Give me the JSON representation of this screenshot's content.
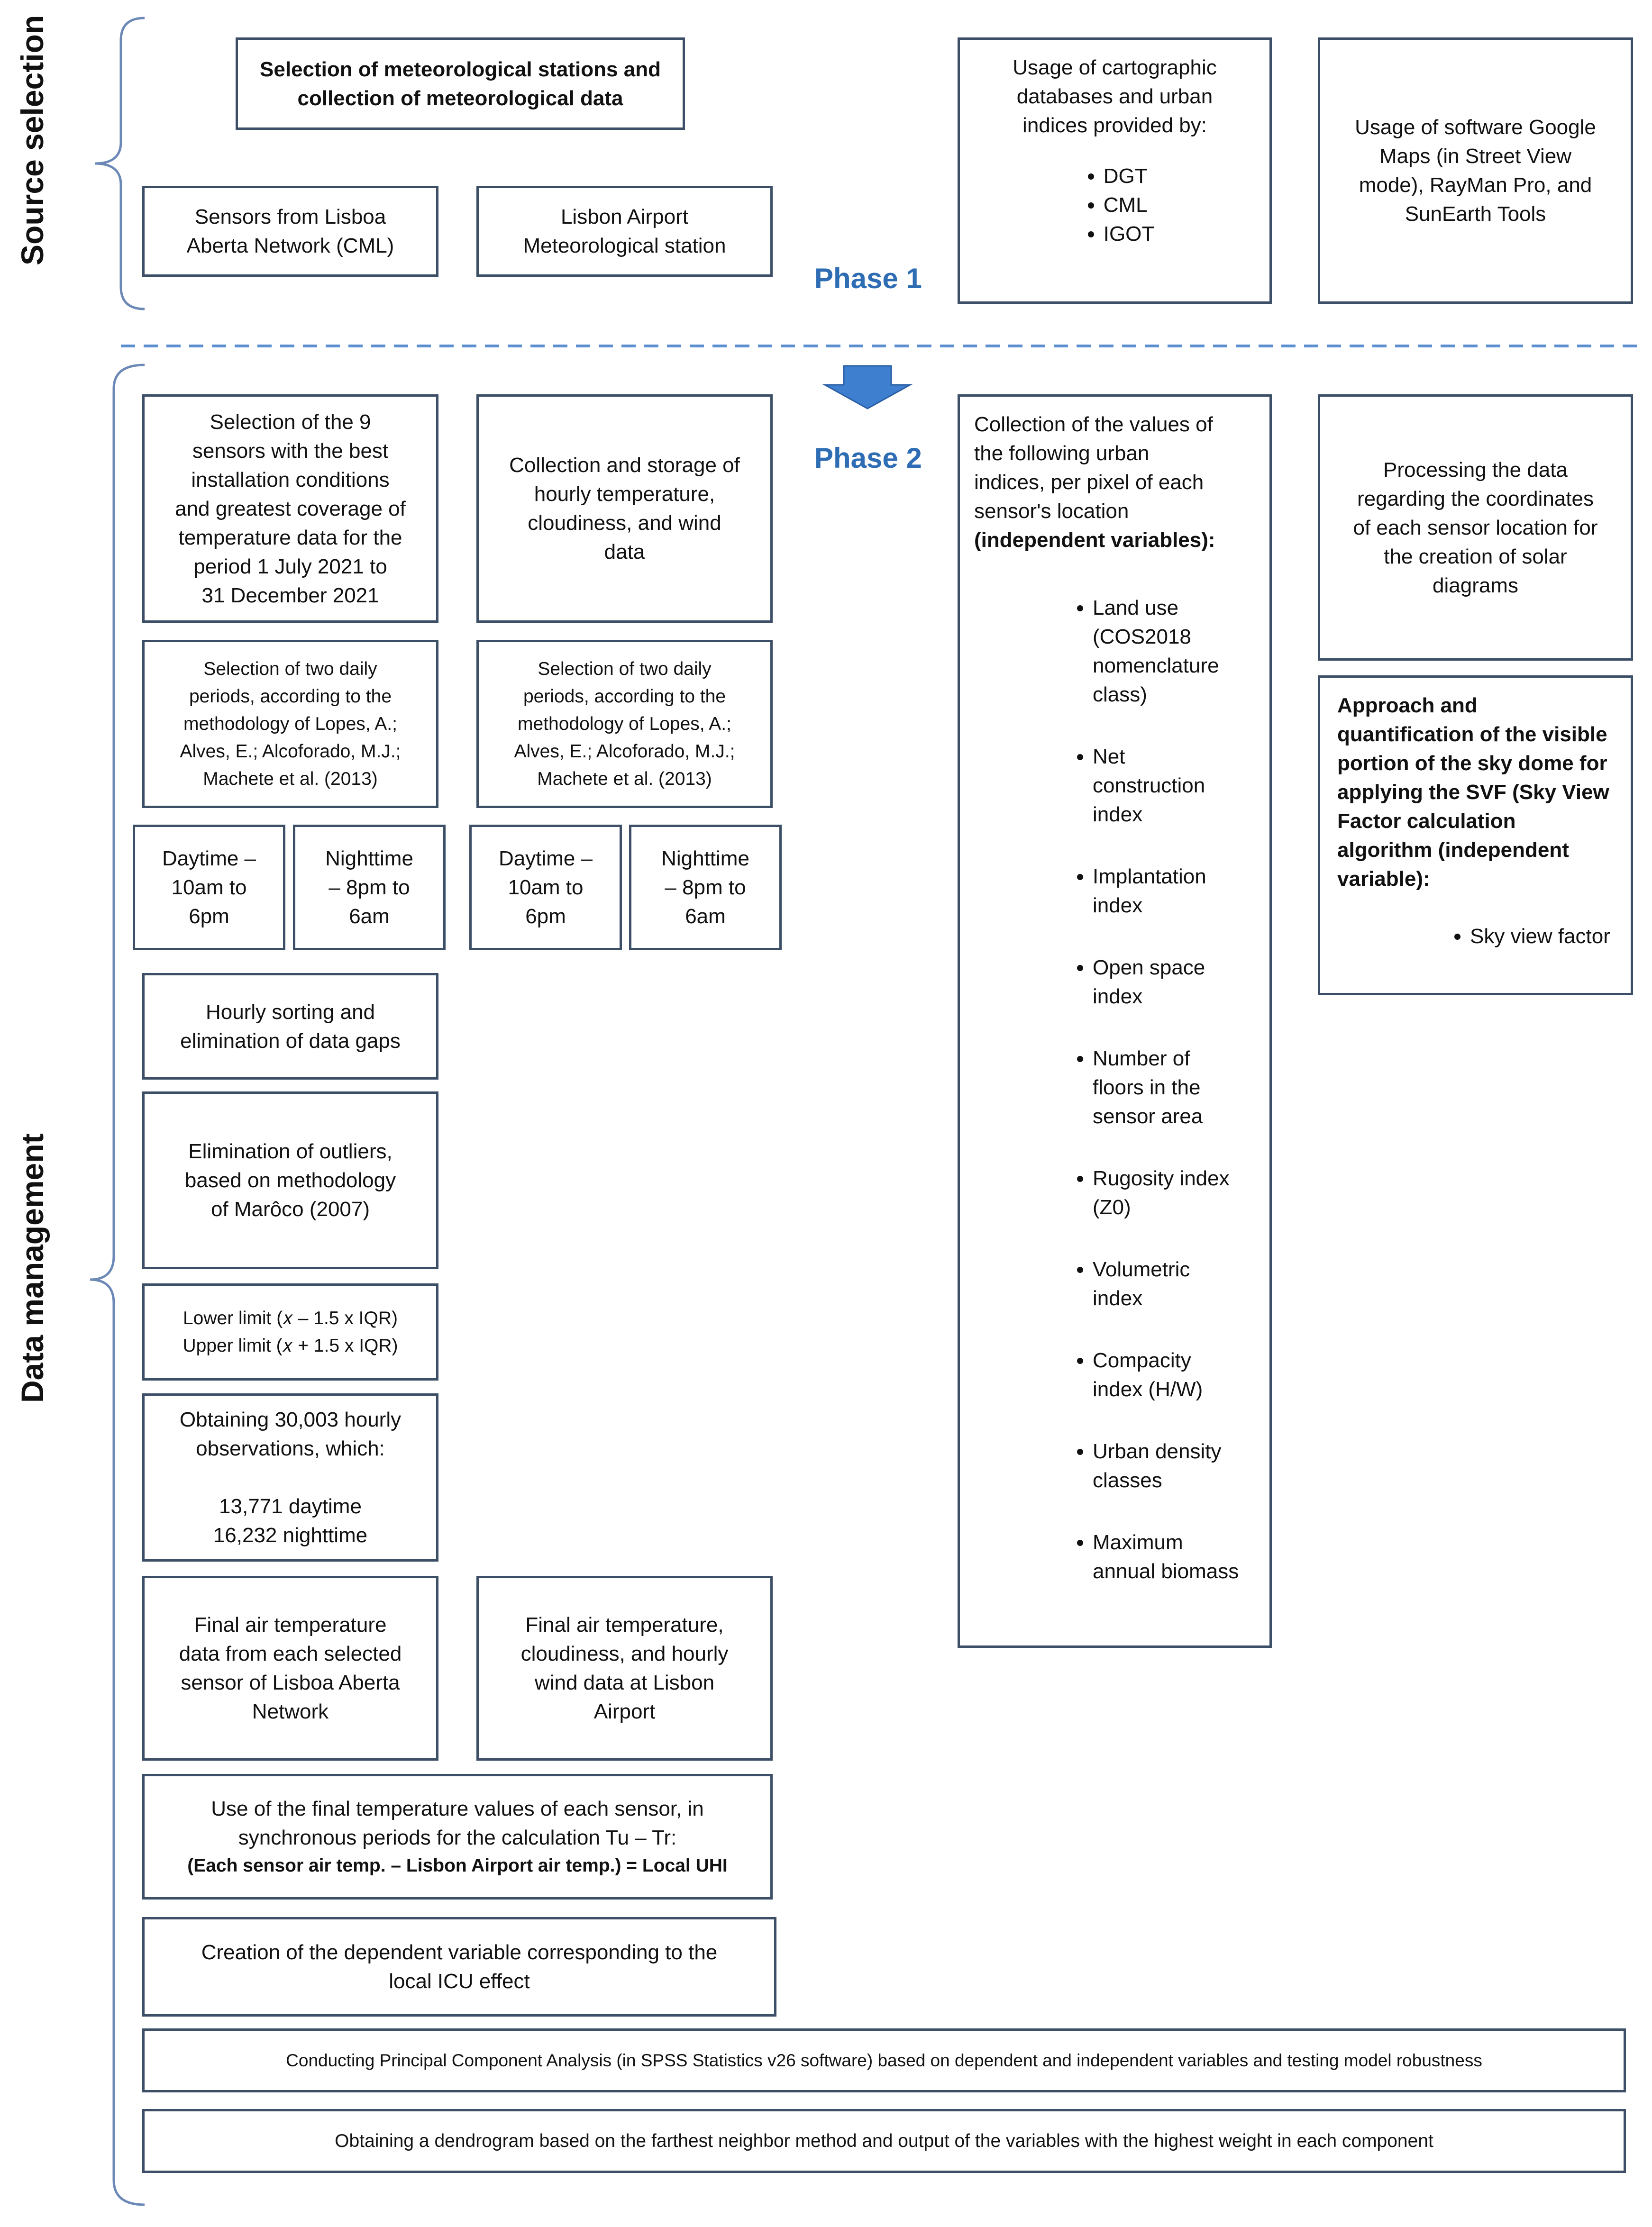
{
  "sections": {
    "source": "Source selection",
    "management": "Data management"
  },
  "phases": {
    "p1": "Phase 1",
    "p2": "Phase 2"
  },
  "colors": {
    "box_border": "#3d4f66",
    "phase_text": "#2e6db4",
    "arrow": "#3f7fd0",
    "divider": "#5b8fd0"
  },
  "icons": {
    "phase_arrow": "down-arrow-icon"
  },
  "source_boxes": {
    "met_selection": "Selection of meteorological stations and\ncollection of meteorological data",
    "sensors": "Sensors from Lisboa\nAberta Network (CML)",
    "airport": "Lisbon Airport\nMeteorological station",
    "carto_title": "Usage of cartographic\ndatabases and urban\nindices provided by:",
    "carto_items": [
      "DGT",
      "CML",
      "IGOT"
    ],
    "software": "Usage of software Google\nMaps (in Street View\nmode), RayMan Pro, and\nSunEarth Tools"
  },
  "mgmt": {
    "sel9": "Selection of the 9\nsensors with the best\ninstallation conditions\nand greatest coverage of\ntemperature data for the\nperiod 1 July 2021 to\n31 December 2021",
    "collection": "Collection and storage of\nhourly temperature,\ncloudiness, and wind\ndata",
    "daily_left": "Selection of two daily\nperiods, according to the\nmethodology of Lopes, A.;\nAlves, E.; Alcoforado, M.J.;\nMachete et al. (2013)",
    "daily_right": "Selection of two daily\nperiods, according to the\nmethodology of Lopes, A.;\nAlves, E.; Alcoforado, M.J.;\nMachete et al. (2013)",
    "day_left": "Daytime –\n10am to\n6pm",
    "night_left": "Nighttime\n– 8pm to\n6am",
    "day_right": "Daytime –\n10am to\n6pm",
    "night_right": "Nighttime\n– 8pm to\n6am",
    "hourly": "Hourly sorting and\nelimination of data gaps",
    "outliers": "Elimination of outliers,\nbased on methodology\nof Marôco (2007)",
    "limits": "Lower limit (𝑥 – 1.5 x IQR)\nUpper limit (𝑥 + 1.5 x IQR)",
    "obtaining": "Obtaining 30,003 hourly\nobservations, which:\n\n13,771 daytime\n16,232 nighttime",
    "final_left": "Final air temperature\ndata from each selected\nsensor of Lisboa Aberta\nNetwork",
    "final_right": "Final air temperature,\ncloudiness, and hourly\nwind data at Lisbon\nAirport",
    "use_final": "Use of the final temperature values of each sensor, in\nsynchronous periods for the calculation Tu – Tr:",
    "use_final_formula": "(Each sensor air temp. – Lisbon Airport air temp.) = Local UHI",
    "dependent": "Creation of the dependent variable corresponding to the\nlocal ICU effect",
    "pca": "Conducting Principal Component Analysis (in SPSS Statistics v26 software) based on dependent and independent variables and testing model robustness",
    "dendro": "Obtaining a dendrogram based on the farthest neighbor method and output of the variables with the highest weight in each component",
    "indices_title": "Collection of the values of\nthe following urban\nindices, per pixel of each\nsensor's location",
    "indices_title_bold": "(independent variables):",
    "indices_items": [
      "Land use\n(COS2018\nnomenclature\nclass)",
      "Net\nconstruction\nindex",
      "Implantation\nindex",
      "Open space\nindex",
      "Number of\nfloors in the\nsensor area",
      "Rugosity index\n(Z0)",
      "Volumetric\nindex",
      "Compacity\nindex (H/W)",
      "Urban density\nclasses",
      "Maximum\nannual biomass"
    ],
    "processing": "Processing the data\nregarding the coordinates\nof each sensor location for\nthe creation of solar\ndiagrams",
    "svf_title": "Approach and\nquantification of the visible\nportion of the sky dome for\napplying the SVF (Sky View\nFactor calculation\nalgorithm (independent\nvariable):",
    "svf_item": "Sky view factor"
  }
}
